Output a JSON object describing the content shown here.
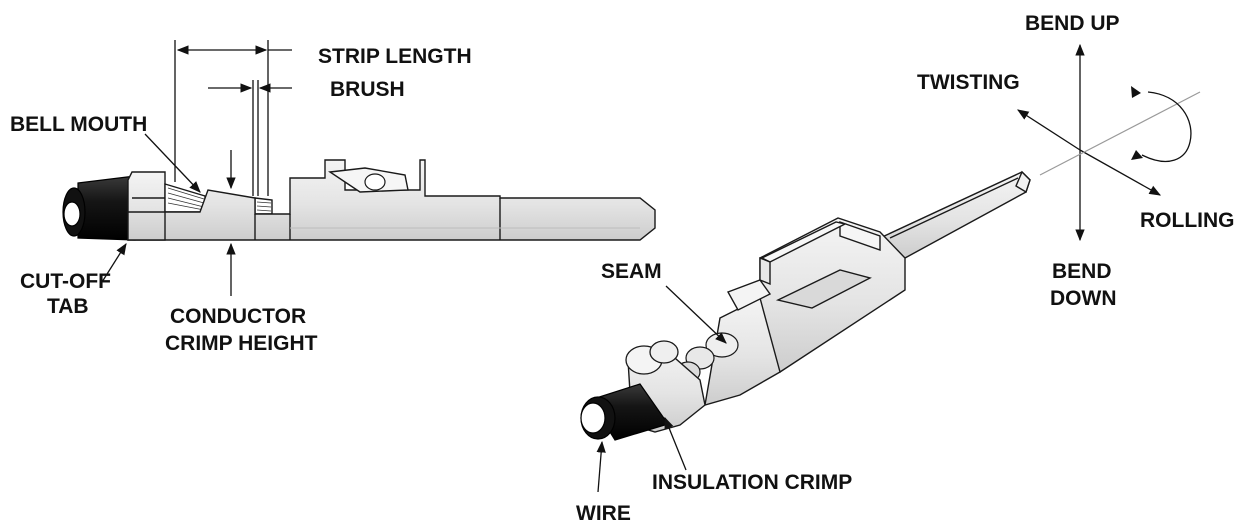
{
  "colors": {
    "ink": "#111111",
    "metal": "#e6e6e6",
    "metal_light": "#f2f2f2",
    "metal_shadow": "#cfcfcf",
    "insulation": "#1c1c1c"
  },
  "labels": {
    "strip_length": "STRIP LENGTH",
    "brush": "BRUSH",
    "bell_mouth": "BELL MOUTH",
    "cut_off_tab": [
      "CUT-OFF",
      "TAB"
    ],
    "conductor_crimp_height": [
      "CONDUCTOR",
      "CRIMP HEIGHT"
    ],
    "seam": "SEAM",
    "insulation_crimp": "INSULATION CRIMP",
    "wire": "WIRE",
    "bend_up": "BEND UP",
    "twisting": "TWISTING",
    "rolling": "ROLLING",
    "bend_down": [
      "BEND",
      "DOWN"
    ]
  }
}
